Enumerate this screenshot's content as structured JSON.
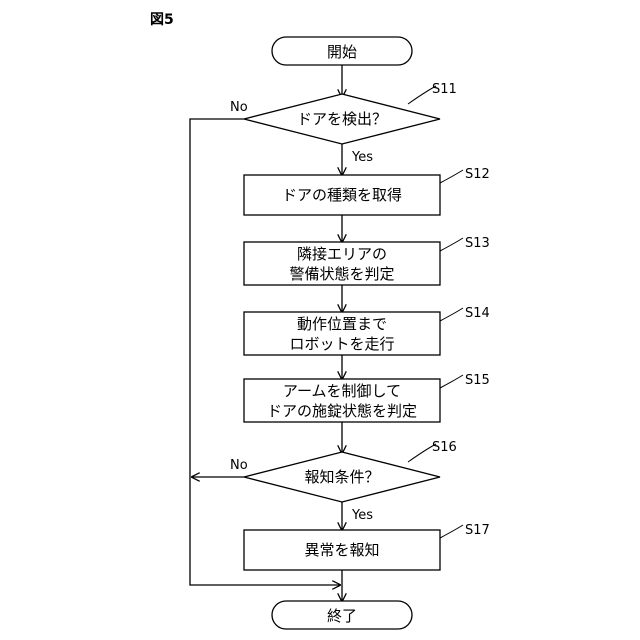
{
  "figure_label": "図5",
  "start": {
    "label": "開始"
  },
  "end": {
    "label": "終了"
  },
  "steps": [
    {
      "id": "S11",
      "type": "decision",
      "lines": [
        "ドアを検出？"
      ],
      "yes": "Yes",
      "no": "No"
    },
    {
      "id": "S12",
      "type": "process",
      "lines": [
        "ドアの種類を取得"
      ]
    },
    {
      "id": "S13",
      "type": "process",
      "lines": [
        "隣接エリアの",
        "警備状態を判定"
      ]
    },
    {
      "id": "S14",
      "type": "process",
      "lines": [
        "動作位置まで",
        "ロボットを走行"
      ]
    },
    {
      "id": "S15",
      "type": "process",
      "lines": [
        "アームを制御して",
        "ドアの施錠状態を判定"
      ]
    },
    {
      "id": "S16",
      "type": "decision",
      "lines": [
        "報知条件？"
      ],
      "yes": "Yes",
      "no": "No"
    },
    {
      "id": "S17",
      "type": "process",
      "lines": [
        "異常を報知"
      ]
    }
  ]
}
